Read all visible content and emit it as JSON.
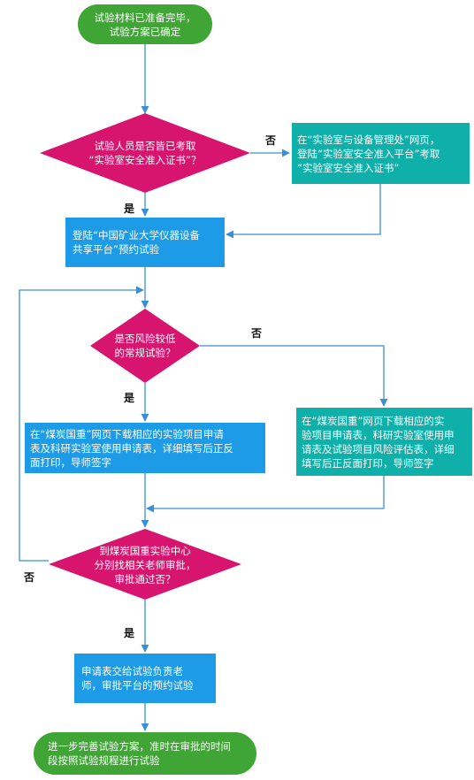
{
  "colors": {
    "terminal": "#3fa535",
    "decision": "#d8156e",
    "process_blue": "#1e9be6",
    "process_teal": "#10b0aa",
    "connector": "#3a8fd6"
  },
  "nodes": {
    "start": "试验材料已准备完毕，\n试验方案已确定",
    "decision_certificate": "试验人员是否皆已考取\n“实验室安全准入证书”？",
    "exam_process": "在“实验室与设备管理处”网页，\n登陆“实验室安全准入平台”考取\n“实验室安全准入证书”",
    "book_platform": "登陆“中国矿业大学仪器设备\n共享平台”预约试验",
    "decision_risk": "是否风险较低\n的常规试验？",
    "low_risk_forms": "在“煤炭国重”网页下载相应的实验项目申请\n表及科研实验室使用申请表，详细填写后正反\n面打印，导师签字",
    "high_risk_forms": "在“煤炭国重”网页下载相应的实\n验项目申请表，科研实验室使用申\n请表及试验项目风险评估表，详细\n填写后正反面打印，导师签字",
    "decision_approval": "到煤炭国重实验中心\n分别找相关老师审批，\n审批通过否？",
    "submit_forms": "申请表交给试验负责老\n师，审批平台的预约试验",
    "end": "进一步完善试验方案，准时在审批的时间\n段按照试验规程进行试验"
  },
  "labels": {
    "cert_no": "否",
    "cert_yes": "是",
    "risk_no": "否",
    "risk_yes": "是",
    "approval_no": "否",
    "approval_yes": "是"
  }
}
